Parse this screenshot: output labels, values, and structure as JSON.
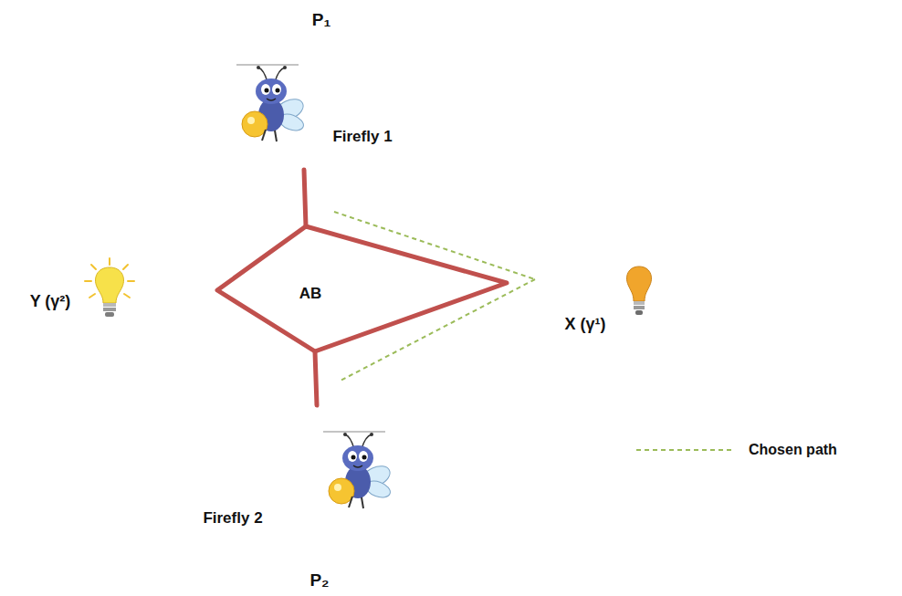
{
  "diagram": {
    "nodes": [
      {
        "text": [
          "AB"
        ]
      }
    ],
    "edges": [],
    "labels": [
      "P₁",
      "Firefly 1",
      "Y (γ²)",
      "X (γ¹)",
      "Firefly 2",
      "P₂"
    ],
    "legend": [
      {
        "text": "Chosen path"
      }
    ]
  }
}
